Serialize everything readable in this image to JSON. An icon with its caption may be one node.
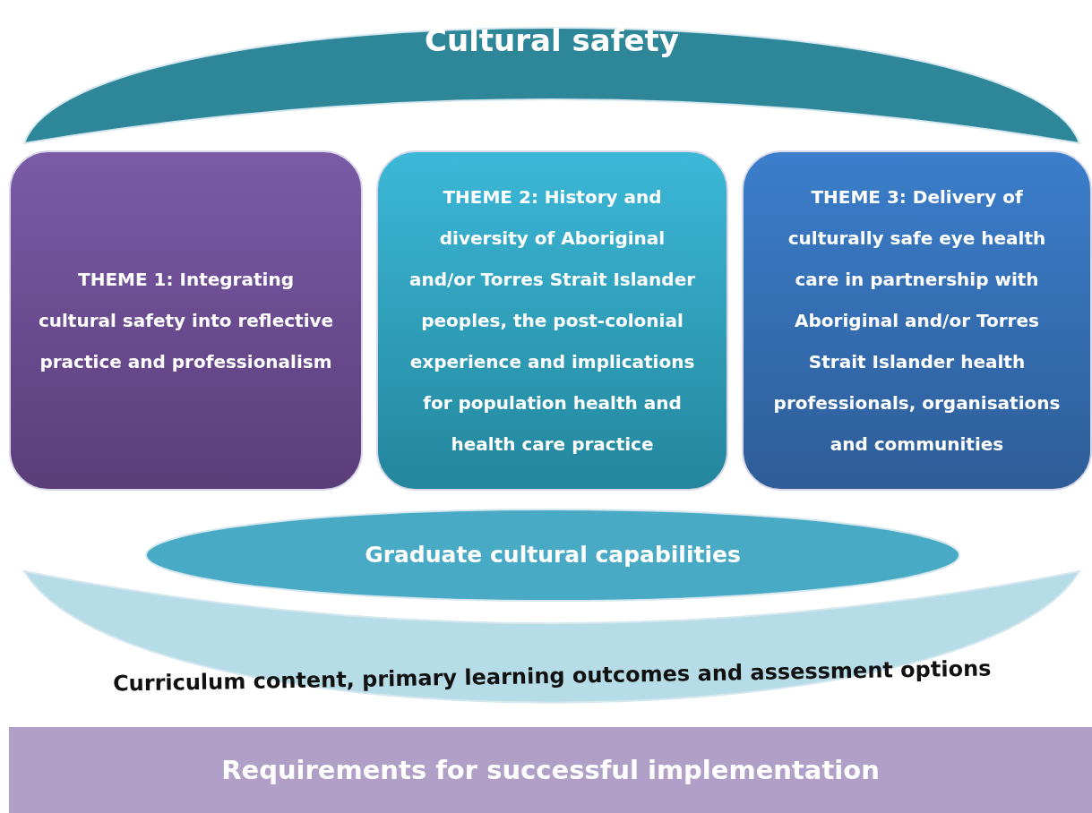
{
  "diagram": {
    "nodes": [
      {
        "text": [
          "Cultural safety"
        ]
      },
      {
        "text": [
          "THEME 1: Integrating cultural safety into reflective practice and professionalism"
        ]
      },
      {
        "text": [
          "THEME 2: History and diversity of Aboriginal and/or Torres Strait Islander peoples, the post-colonial experience and implications for population health and health care practice"
        ]
      },
      {
        "text": [
          "THEME 3: Delivery of culturally safe eye health care in partnership with Aboriginal and/or Torres Strait Islander health professionals, organisations and communities"
        ]
      },
      {
        "text": [
          "Graduate cultural capabilities"
        ]
      },
      {
        "text": [
          "Curriculum content, primary learning outcomes and assessment options"
        ]
      },
      {
        "text": [
          "Requirements for successful implementation"
        ]
      }
    ]
  }
}
